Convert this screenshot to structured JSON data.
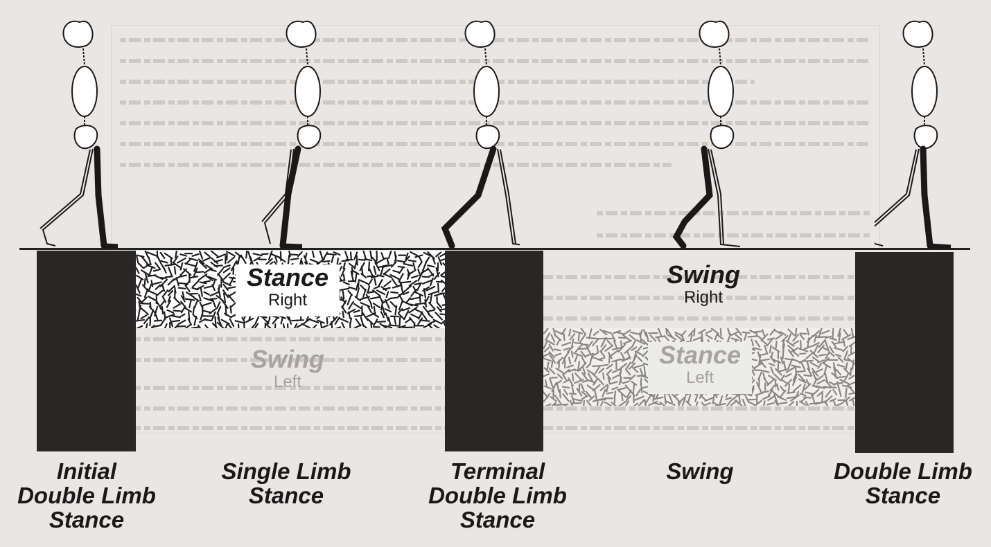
{
  "phases": [
    {
      "id": "initial-double",
      "caption_lines": [
        "Initial",
        "Double Limb",
        "Stance"
      ]
    },
    {
      "id": "single-limb",
      "caption_lines": [
        "Single Limb",
        "Stance"
      ]
    },
    {
      "id": "terminal-double",
      "caption_lines": [
        "Terminal",
        "Double Limb",
        "Stance"
      ]
    },
    {
      "id": "swing",
      "caption_lines": [
        "Swing"
      ]
    },
    {
      "id": "double-limb",
      "caption_lines": [
        "Double Limb",
        "Stance"
      ]
    }
  ],
  "bars": {
    "right_stance": {
      "phase": "Stance",
      "side": "Right"
    },
    "right_swing": {
      "phase": "Swing",
      "side": "Right"
    },
    "left_swing": {
      "phase": "Swing",
      "side": "Left"
    },
    "left_stance": {
      "phase": "Stance",
      "side": "Left"
    }
  },
  "colors": {
    "double_support_block": "#2a2626",
    "stance_pattern_dark": "#1f1c1c",
    "stance_pattern_light": "#8a8585",
    "faded_text": "#a9a3a0",
    "paper": "#e9e6e4",
    "ink": "#1a1818"
  }
}
